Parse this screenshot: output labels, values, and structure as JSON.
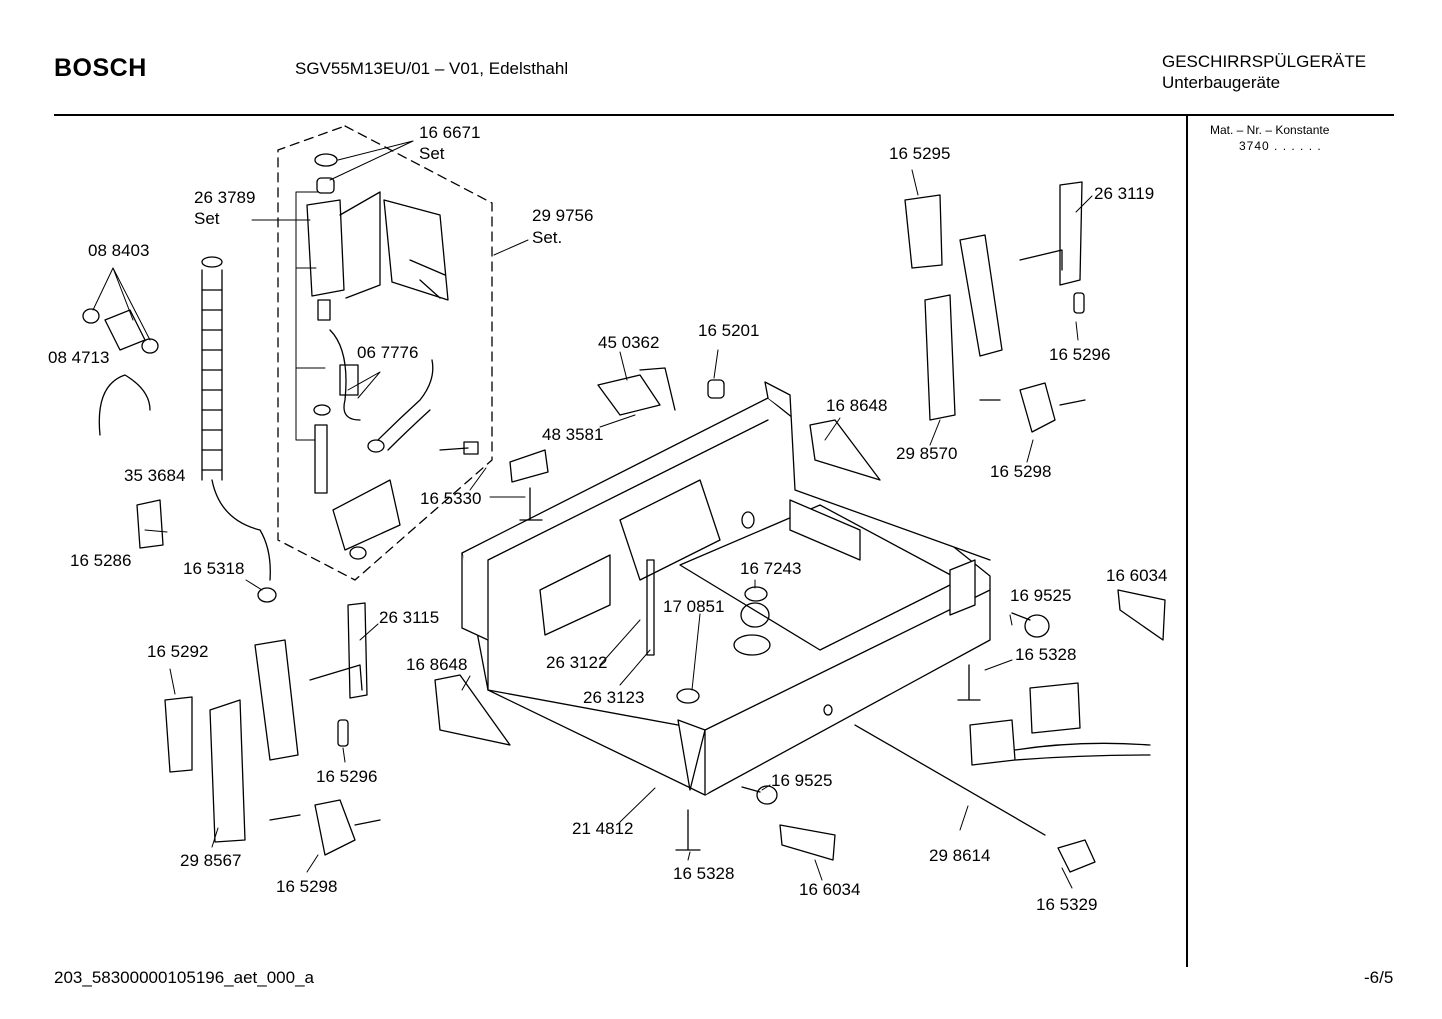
{
  "header": {
    "brand": "BOSCH",
    "model": "SGV55M13EU/01 – V01, Edelsthahl",
    "category_line1": "GESCHIRRSPÜLGERÄTE",
    "category_line2": "Unterbaugeräte"
  },
  "side_panel": {
    "label": "Mat. – Nr. – Konstante",
    "value": "3740 . . . . . ."
  },
  "footer": {
    "doc_id": "203_58300000105196_aet_000_a",
    "page": "-6/5"
  },
  "parts": {
    "p166671": "16 6671",
    "p166671_set": "Set",
    "p263789": "26 3789",
    "p263789_set": "Set",
    "p299756": "29 9756",
    "p299756_set": "Set.",
    "p088403": "08 8403",
    "p084713": "08 4713",
    "p067776": "06 7776",
    "p353684": "35 3684",
    "p165286": "16 5286",
    "p165318": "16 5318",
    "p165330": "16 5330",
    "p450362": "45 0362",
    "p165201": "16 5201",
    "p483581": "48 3581",
    "p165295": "16 5295",
    "p263119": "26 3119",
    "p165296a": "16 5296",
    "p168648a": "16 8648",
    "p298570": "29 8570",
    "p165298a": "16 5298",
    "p166034a": "16 6034",
    "p169525a": "16 9525",
    "p167243": "16 7243",
    "p170851": "17 0851",
    "p263115": "26 3115",
    "p165292": "16 5292",
    "p168648b": "16 8648",
    "p263122": "26 3122",
    "p263123": "26 3123",
    "p165328a": "16 5328",
    "p165296b": "16 5296",
    "p169525b": "16 9525",
    "p214812": "21 4812",
    "p298567": "29 8567",
    "p165298b": "16 5298",
    "p165328b": "16 5328",
    "p166034b": "16 6034",
    "p298614": "29 8614",
    "p165329": "16 5329"
  }
}
